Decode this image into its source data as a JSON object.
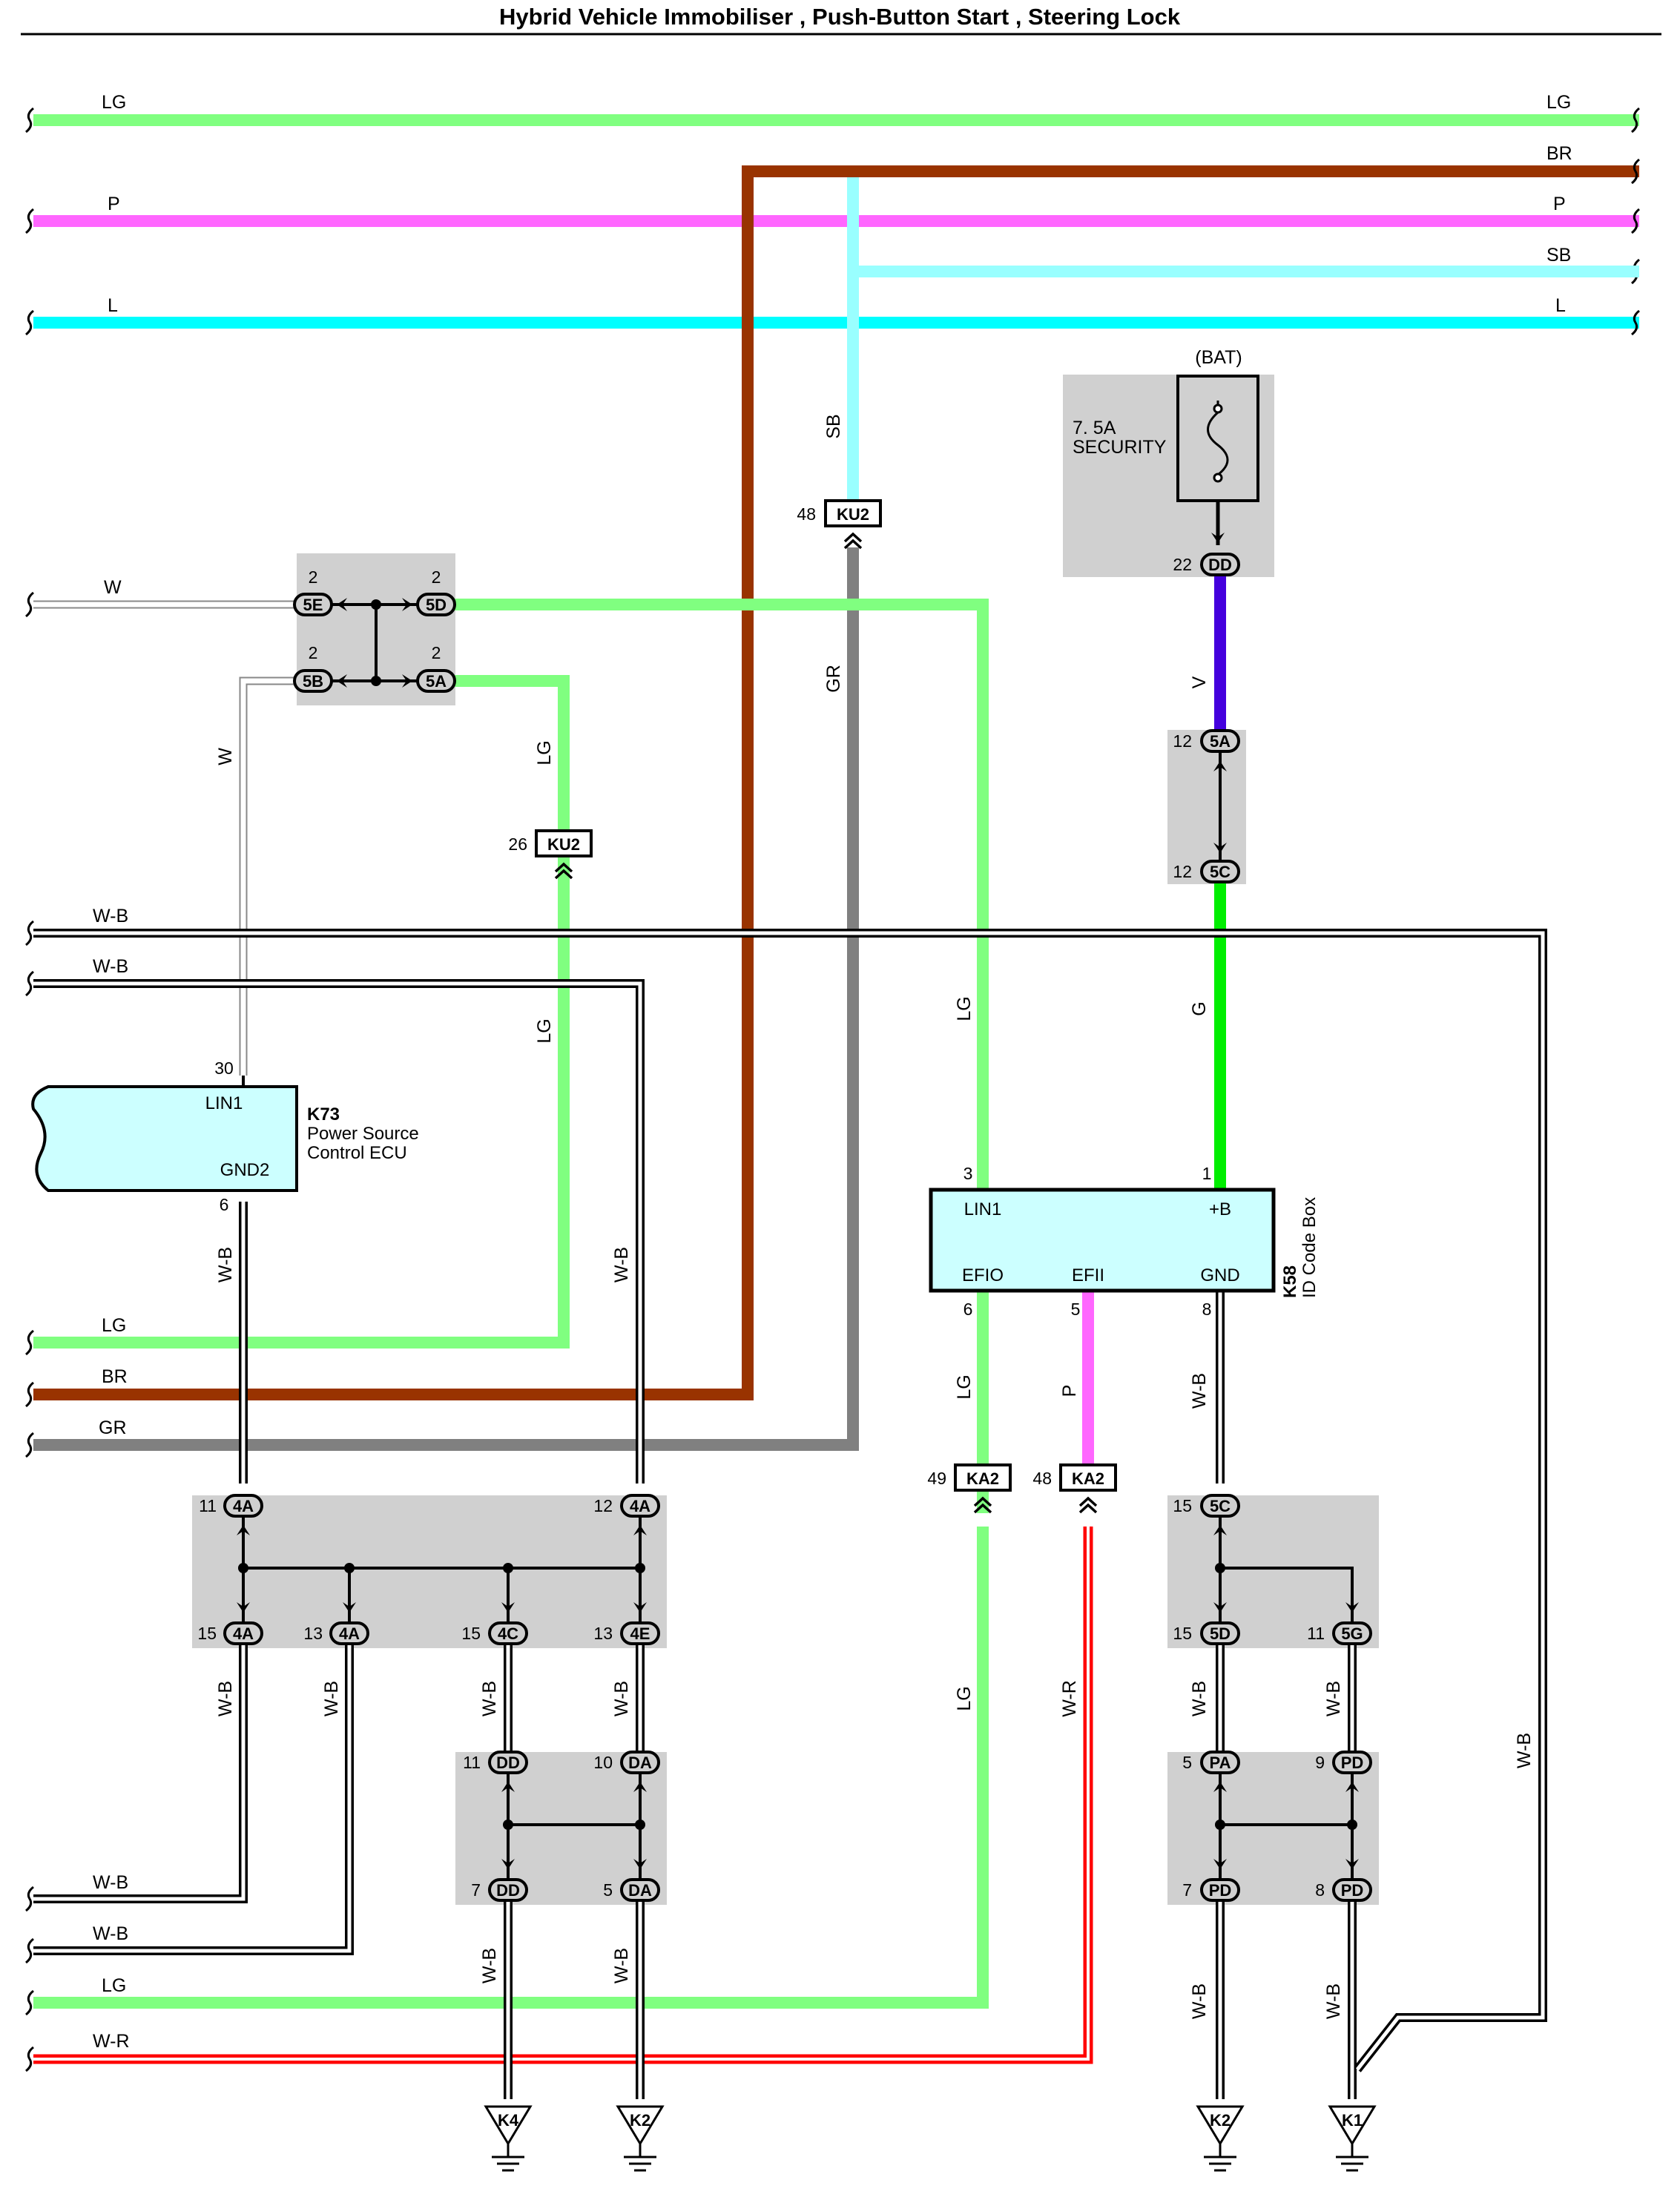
{
  "title": "Hybrid Vehicle Immobiliser , Push-Button Start , Steering Lock",
  "colors": {
    "LG": "#80ff80",
    "P": "#ff66ff",
    "L": "#00ffff",
    "BR": "#993300",
    "SB": "#99ffff",
    "GR": "#808080",
    "V": "#4400dd",
    "G": "#00ee00",
    "W-R": "#ff0000",
    "box": "#d0d0d0",
    "ecu": "#ccffff"
  },
  "wires": [
    {
      "code": "LG"
    },
    {
      "code": "BR"
    },
    {
      "code": "P"
    },
    {
      "code": "SB"
    },
    {
      "code": "L"
    },
    {
      "code": "W"
    },
    {
      "code": "GR"
    },
    {
      "code": "V"
    },
    {
      "code": "G"
    },
    {
      "code": "W-B"
    },
    {
      "code": "W-R"
    }
  ],
  "connectors": {
    "c_5E": "5E",
    "c_5D": "5D",
    "c_5B": "5B",
    "c_5A": "5A",
    "c_KU2": "KU2",
    "c_DD": "DD",
    "c_5C": "5C",
    "c_KA2": "KA2",
    "c_4A": "4A",
    "c_4C": "4C",
    "c_4E": "4E",
    "c_DA": "DA",
    "c_PA": "PA",
    "c_PD": "PD",
    "c_5G": "5G"
  },
  "pins": [
    "2",
    "48",
    "26",
    "22",
    "12",
    "30",
    "6",
    "3",
    "1",
    "5",
    "8",
    "49",
    "11",
    "15",
    "13",
    "10",
    "7",
    "9"
  ],
  "components": {
    "k73": {
      "id": "K73",
      "name1": "Power Source",
      "name2": "Control ECU",
      "pin_top": "LIN1",
      "pin_bottom": "GND2"
    },
    "k58": {
      "id": "K58",
      "name": "ID Code Box",
      "pins": {
        "lin1": "LIN1",
        "b": "+B",
        "efio": "EFIO",
        "efii": "EFII",
        "gnd": "GND"
      }
    },
    "fuse": {
      "source": "(BAT)",
      "rating": "7. 5A",
      "name": "SECURITY"
    }
  },
  "grounds": {
    "g_K4": "K4",
    "g_K2": "K2",
    "g_K1": "K1"
  }
}
